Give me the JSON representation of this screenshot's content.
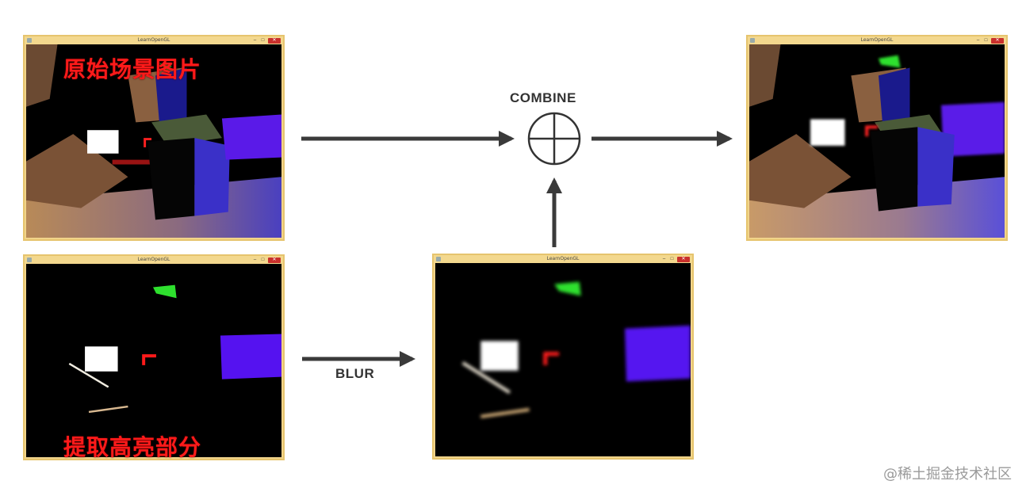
{
  "windows": {
    "original": {
      "title": "LearnOpenGL",
      "label": "原始场景图片"
    },
    "bright": {
      "title": "LearnOpenGL",
      "label": "提取高亮部分"
    },
    "blurred": {
      "title": "LearnOpenGL"
    },
    "result": {
      "title": "LearnOpenGL"
    }
  },
  "operations": {
    "combine": "COMBINE",
    "blur": "BLUR"
  },
  "controls": {
    "minimize": "–",
    "maximize": "□",
    "close": "✕"
  },
  "watermark": "@稀土掘金技术社区",
  "colors": {
    "window_border": "#e6c46e",
    "label": "#ff1a1a",
    "arrow": "#3a3a3a"
  }
}
